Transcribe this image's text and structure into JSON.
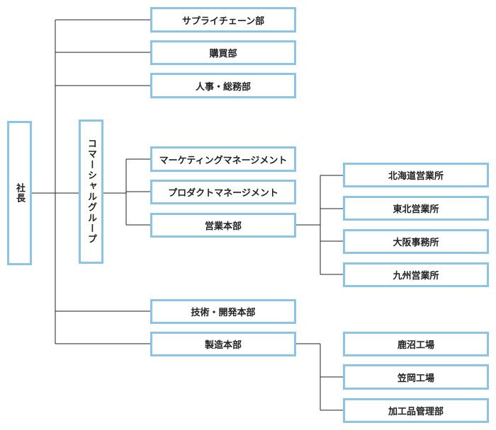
{
  "org_chart": {
    "root": "社長",
    "divisions": {
      "supply_chain": "サプライチェーン部",
      "purchasing": "購買部",
      "hr_general_affairs": "人事・総務部",
      "commercial_group": "コマーシャルグループ",
      "tech_dev": "技術・開発本部",
      "manufacturing": "製造本部"
    },
    "commercial_children": {
      "marketing": "マーケティングマネージメント",
      "product": "プロダクトマネージメント",
      "sales": "営業本部"
    },
    "sales_offices": {
      "hokkaido": "北海道営業所",
      "tohoku": "東北営業所",
      "osaka": "大阪事務所",
      "kyushu": "九州営業所"
    },
    "factories": {
      "kanuma": "鹿沼工場",
      "kasama": "笠岡工場",
      "processed_goods": "加工品管理部"
    }
  }
}
